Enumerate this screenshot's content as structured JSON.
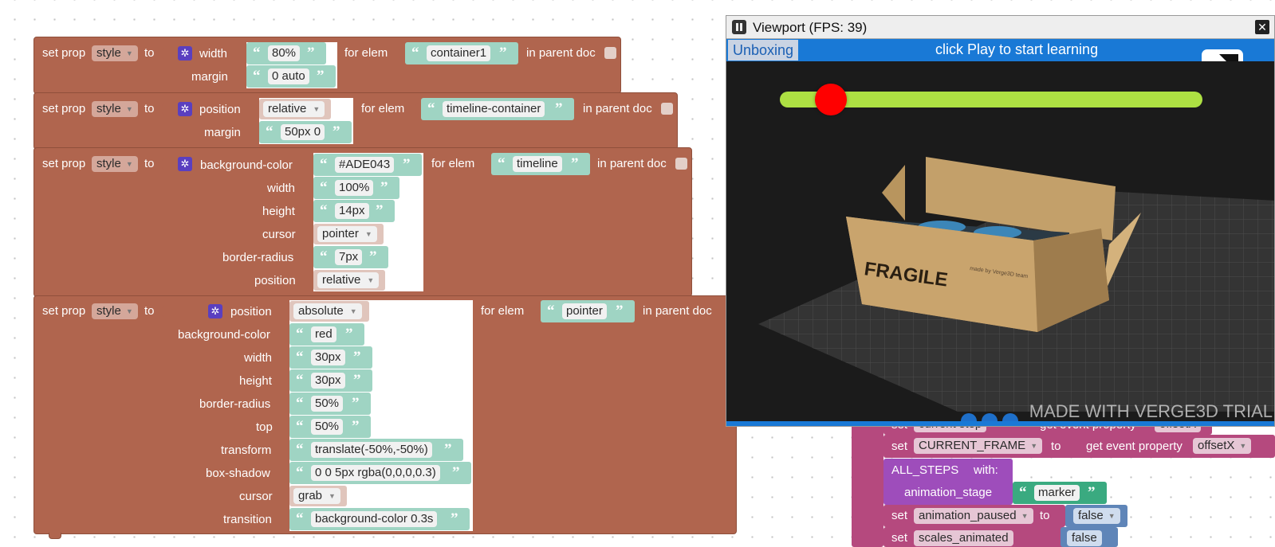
{
  "blocks": {
    "b1": {
      "set_prop": "set prop",
      "prop": "style",
      "to": "to",
      "rows": [
        {
          "label": "width",
          "value": "80%"
        },
        {
          "label": "margin",
          "value": "0 auto"
        }
      ],
      "for_elem": "for elem",
      "elem": "container1",
      "in_parent": "in parent doc"
    },
    "b2": {
      "set_prop": "set prop",
      "prop": "style",
      "to": "to",
      "rows": [
        {
          "label": "position",
          "value": "relative"
        },
        {
          "label": "margin",
          "value": "50px 0"
        }
      ],
      "for_elem": "for elem",
      "elem": "timeline-container",
      "in_parent": "in parent doc"
    },
    "b3": {
      "set_prop": "set prop",
      "prop": "style",
      "to": "to",
      "rows": [
        {
          "label": "background-color",
          "value": "#ADE043"
        },
        {
          "label": "width",
          "value": "100%"
        },
        {
          "label": "height",
          "value": "14px"
        },
        {
          "label": "cursor",
          "value": "pointer"
        },
        {
          "label": "border-radius",
          "value": "7px"
        },
        {
          "label": "position",
          "value": "relative"
        }
      ],
      "for_elem": "for elem",
      "elem": "timeline",
      "in_parent": "in parent doc"
    },
    "b4": {
      "set_prop": "set prop",
      "prop": "style",
      "to": "to",
      "rows": [
        {
          "label": "position",
          "value": "absolute"
        },
        {
          "label": "background-color",
          "value": "red"
        },
        {
          "label": "width",
          "value": "30px"
        },
        {
          "label": "height",
          "value": "30px"
        },
        {
          "label": "border-radius",
          "value": "50%"
        },
        {
          "label": "top",
          "value": "50%"
        },
        {
          "label": "transform",
          "value": "translate(-50%,-50%)"
        },
        {
          "label": "box-shadow",
          "value": "0 0 5px rgba(0,0,0,0.3)"
        },
        {
          "label": "cursor",
          "value": "grab"
        },
        {
          "label": "transition",
          "value": "background-color 0.3s"
        }
      ],
      "for_elem": "for elem",
      "elem": "pointer",
      "in_parent": "in parent doc"
    }
  },
  "right_blocks": {
    "set": "set",
    "current_step": "current step",
    "get_event_property": "get event property",
    "offset_partial": "offsetX",
    "current_frame": "CURRENT_FRAME",
    "to": "to",
    "offset_x": "offsetX",
    "all_steps": "ALL_STEPS",
    "with": "with:",
    "animation_stage": "animation_stage",
    "marker": "marker",
    "animation_paused": "animation_paused",
    "false": "false",
    "scales_animated": "scales_animated"
  },
  "viewport": {
    "title": "Viewport (FPS: 39)",
    "tab": "Unboxing",
    "hint": "click Play to start learning",
    "watermark": "MADE WITH VERGE3D TRIAL",
    "box_text": "FRAGILE",
    "box_small_text": "made by Verge3D team",
    "timeline_color": "#ADE043",
    "pointer_color": "#ff0000",
    "progress": 0.12
  },
  "colors": {
    "block": "#b0654e",
    "text_block": "#9fd4c3",
    "set_block": "#b5497e",
    "call_block": "#9e4dbb",
    "logic_block": "#5f85b8"
  }
}
